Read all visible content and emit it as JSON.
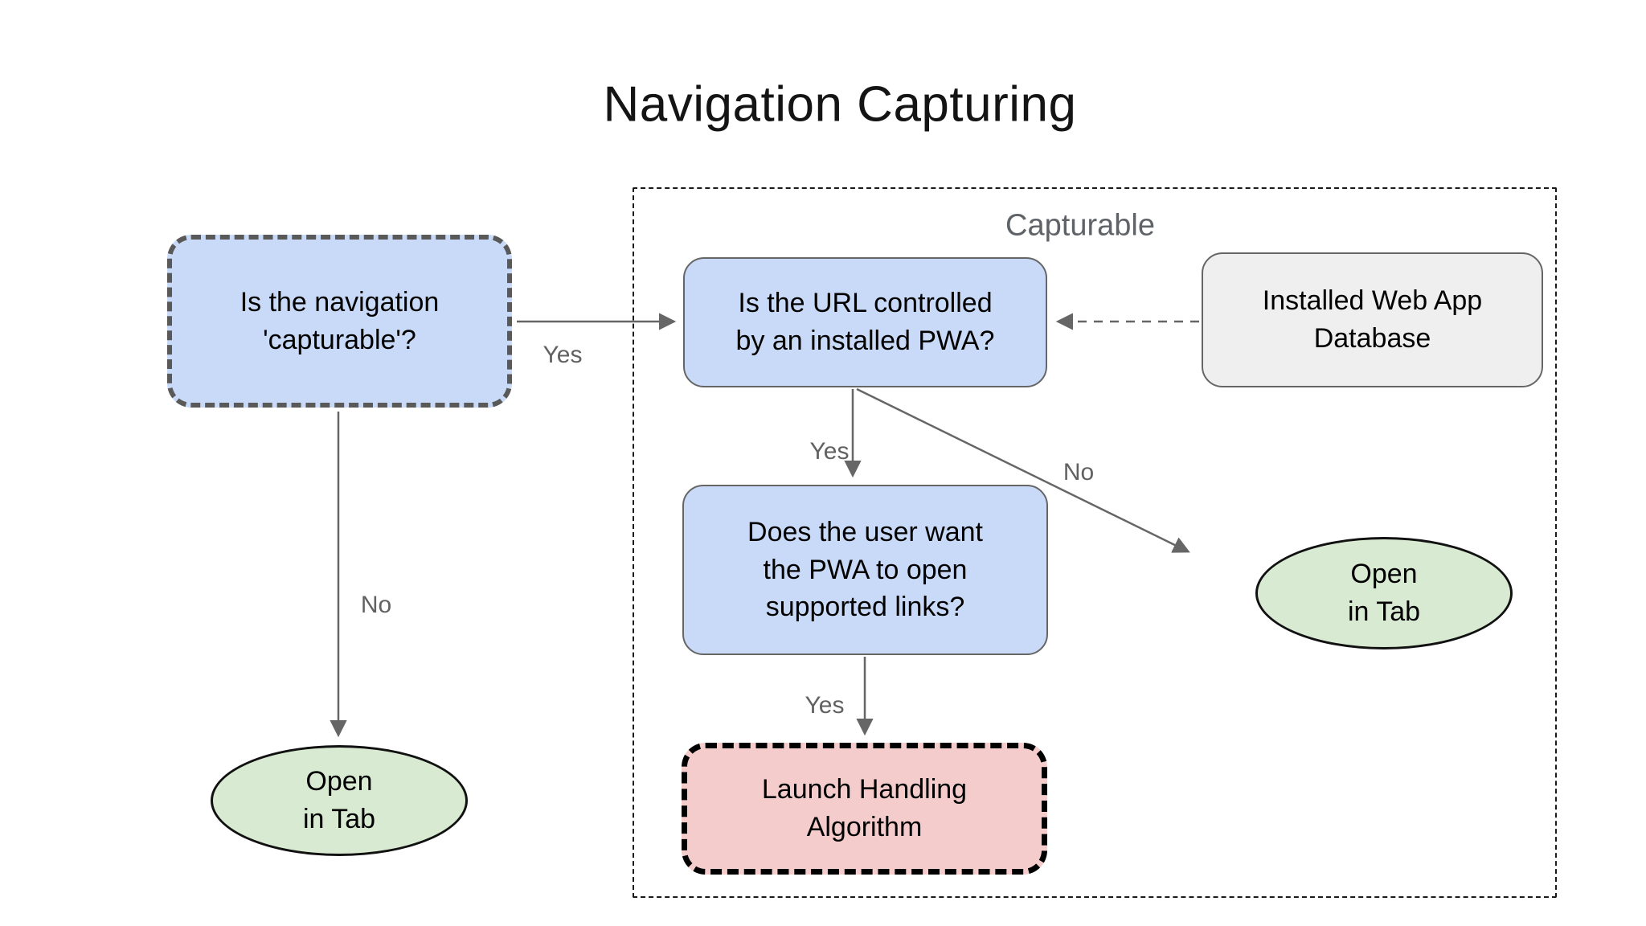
{
  "title": "Navigation Capturing",
  "group": {
    "label": "Capturable"
  },
  "nodes": {
    "capturable_question": "Is the navigation\n'capturable'?",
    "url_controlled": "Is the URL controlled\nby an installed PWA?",
    "database": "Installed Web App\nDatabase",
    "user_want": "Does the user want\nthe PWA to open\nsupported links?",
    "launch": "Launch Handling\nAlgorithm",
    "open_tab_left": "Open\nin Tab",
    "open_tab_right": "Open\nin Tab"
  },
  "edges": {
    "capturable_yes": "Yes",
    "capturable_no": "No",
    "url_yes": "Yes",
    "url_no": "No",
    "user_want_yes": "Yes"
  },
  "colors": {
    "node_blue_fill": "#c9daf8",
    "node_green_fill": "#d9ead3",
    "node_pink_fill": "#f4cccc",
    "node_gray_fill": "#efefef",
    "solid_border_gray": "#666666",
    "dashed_border_dark_gray": "#595959",
    "dashed_border_black": "#000000",
    "group_border": "#1a1a1a",
    "arrow_gray": "#666666",
    "edge_label_gray": "#616161",
    "group_label_gray": "#5f6368",
    "title_color": "#141414",
    "background": "#ffffff"
  }
}
